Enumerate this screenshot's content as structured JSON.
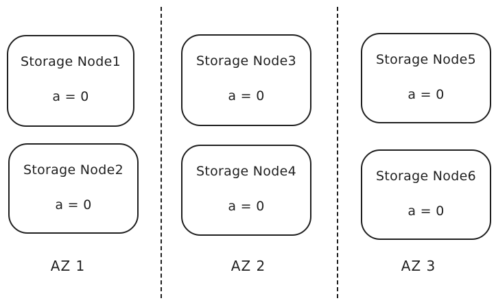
{
  "zones": [
    {
      "label": "AZ 1",
      "nodes": [
        {
          "name": "Storage Node1",
          "value": "a = 0"
        },
        {
          "name": "Storage Node2",
          "value": "a = 0"
        }
      ]
    },
    {
      "label": "AZ 2",
      "nodes": [
        {
          "name": "Storage Node3",
          "value": "a = 0"
        },
        {
          "name": "Storage Node4",
          "value": "a = 0"
        }
      ]
    },
    {
      "label": "AZ 3",
      "nodes": [
        {
          "name": "Storage Node5",
          "value": "a = 0"
        },
        {
          "name": "Storage Node6",
          "value": "a = 0"
        }
      ]
    }
  ]
}
